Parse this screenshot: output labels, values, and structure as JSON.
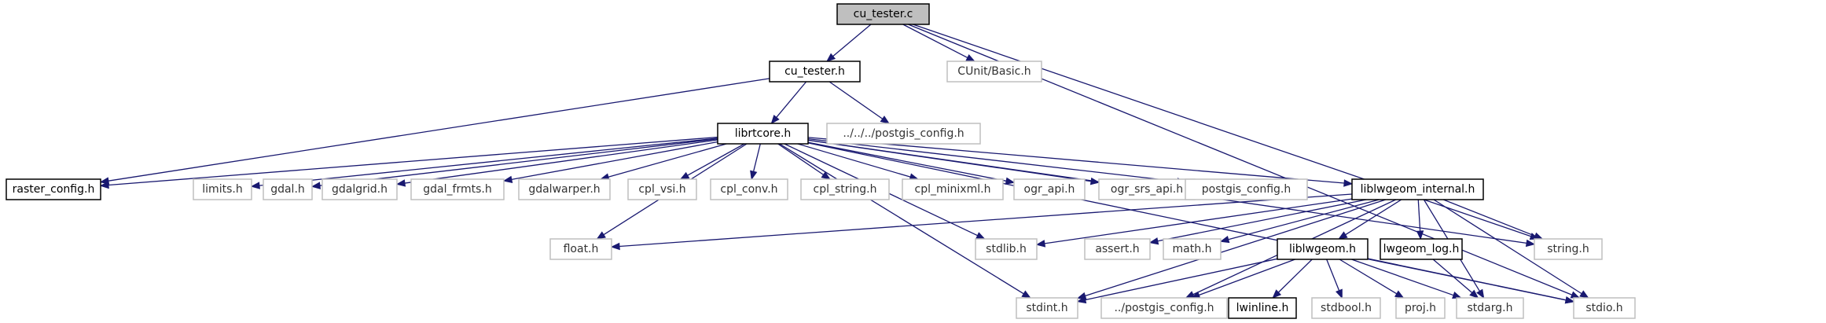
{
  "colors": {
    "edge": "#191970",
    "root_fill": "#bfbfbf",
    "solid_border": "#000000",
    "external_border": "#bfbfbf"
  },
  "nodes": [
    {
      "id": "cu_tester_c",
      "label": "cu_tester.c",
      "style": "root"
    },
    {
      "id": "cu_tester_h",
      "label": "cu_tester.h",
      "style": "solid"
    },
    {
      "id": "cunit_basic",
      "label": "CUnit/Basic.h",
      "style": "external"
    },
    {
      "id": "librtcore",
      "label": "librtcore.h",
      "style": "solid"
    },
    {
      "id": "pg_config_up",
      "label": "../../../postgis_config.h",
      "style": "external"
    },
    {
      "id": "raster_config",
      "label": "raster_config.h",
      "style": "solid"
    },
    {
      "id": "limits",
      "label": "limits.h",
      "style": "external"
    },
    {
      "id": "gdal",
      "label": "gdal.h",
      "style": "external"
    },
    {
      "id": "gdalgrid",
      "label": "gdalgrid.h",
      "style": "external"
    },
    {
      "id": "gdal_frmts",
      "label": "gdal_frmts.h",
      "style": "external"
    },
    {
      "id": "gdalwarper",
      "label": "gdalwarper.h",
      "style": "external"
    },
    {
      "id": "cpl_vsi",
      "label": "cpl_vsi.h",
      "style": "external"
    },
    {
      "id": "cpl_conv",
      "label": "cpl_conv.h",
      "style": "external"
    },
    {
      "id": "cpl_string",
      "label": "cpl_string.h",
      "style": "external"
    },
    {
      "id": "cpl_minixml",
      "label": "cpl_minixml.h",
      "style": "external"
    },
    {
      "id": "ogr_api",
      "label": "ogr_api.h",
      "style": "external"
    },
    {
      "id": "ogr_srs_api",
      "label": "ogr_srs_api.h",
      "style": "external"
    },
    {
      "id": "postgis_config",
      "label": "postgis_config.h",
      "style": "external"
    },
    {
      "id": "liblwgeom_internal",
      "label": "liblwgeom_internal.h",
      "style": "solid"
    },
    {
      "id": "float",
      "label": "float.h",
      "style": "external"
    },
    {
      "id": "stdlib",
      "label": "stdlib.h",
      "style": "external"
    },
    {
      "id": "assert",
      "label": "assert.h",
      "style": "external"
    },
    {
      "id": "math",
      "label": "math.h",
      "style": "external"
    },
    {
      "id": "liblwgeom",
      "label": "liblwgeom.h",
      "style": "solid"
    },
    {
      "id": "lwgeom_log",
      "label": "lwgeom_log.h",
      "style": "solid"
    },
    {
      "id": "string",
      "label": "string.h",
      "style": "external"
    },
    {
      "id": "stdint",
      "label": "stdint.h",
      "style": "external"
    },
    {
      "id": "pg_config_rel",
      "label": "../postgis_config.h",
      "style": "external"
    },
    {
      "id": "lwinline",
      "label": "lwinline.h",
      "style": "solid"
    },
    {
      "id": "stdbool",
      "label": "stdbool.h",
      "style": "external"
    },
    {
      "id": "proj",
      "label": "proj.h",
      "style": "external"
    },
    {
      "id": "stdarg",
      "label": "stdarg.h",
      "style": "external"
    },
    {
      "id": "stdio",
      "label": "stdio.h",
      "style": "external"
    }
  ],
  "edges": [
    [
      "cu_tester_c",
      "cu_tester_h"
    ],
    [
      "cu_tester_c",
      "cunit_basic"
    ],
    [
      "cu_tester_c",
      "string"
    ],
    [
      "cu_tester_c",
      "stdio"
    ],
    [
      "cu_tester_h",
      "librtcore"
    ],
    [
      "cu_tester_h",
      "pg_config_up"
    ],
    [
      "cu_tester_h",
      "raster_config"
    ],
    [
      "librtcore",
      "raster_config"
    ],
    [
      "librtcore",
      "limits"
    ],
    [
      "librtcore",
      "gdal"
    ],
    [
      "librtcore",
      "gdalgrid"
    ],
    [
      "librtcore",
      "gdal_frmts"
    ],
    [
      "librtcore",
      "gdalwarper"
    ],
    [
      "librtcore",
      "cpl_vsi"
    ],
    [
      "librtcore",
      "cpl_conv"
    ],
    [
      "librtcore",
      "cpl_string"
    ],
    [
      "librtcore",
      "cpl_minixml"
    ],
    [
      "librtcore",
      "ogr_api"
    ],
    [
      "librtcore",
      "ogr_srs_api"
    ],
    [
      "librtcore",
      "postgis_config"
    ],
    [
      "librtcore",
      "liblwgeom_internal"
    ],
    [
      "librtcore",
      "float"
    ],
    [
      "librtcore",
      "stdint"
    ],
    [
      "librtcore",
      "stdlib"
    ],
    [
      "librtcore",
      "string"
    ],
    [
      "librtcore",
      "stdio"
    ],
    [
      "liblwgeom_internal",
      "float"
    ],
    [
      "liblwgeom_internal",
      "stdlib"
    ],
    [
      "liblwgeom_internal",
      "assert"
    ],
    [
      "liblwgeom_internal",
      "math"
    ],
    [
      "liblwgeom_internal",
      "liblwgeom"
    ],
    [
      "liblwgeom_internal",
      "lwgeom_log"
    ],
    [
      "liblwgeom_internal",
      "string"
    ],
    [
      "liblwgeom_internal",
      "stdint"
    ],
    [
      "liblwgeom_internal",
      "pg_config_rel"
    ],
    [
      "liblwgeom_internal",
      "stdarg"
    ],
    [
      "liblwgeom_internal",
      "stdio"
    ],
    [
      "liblwgeom",
      "stdint"
    ],
    [
      "liblwgeom",
      "pg_config_rel"
    ],
    [
      "liblwgeom",
      "lwinline"
    ],
    [
      "liblwgeom",
      "stdbool"
    ],
    [
      "liblwgeom",
      "proj"
    ],
    [
      "liblwgeom",
      "stdarg"
    ],
    [
      "liblwgeom",
      "stdio"
    ],
    [
      "lwgeom_log",
      "stdarg"
    ]
  ]
}
